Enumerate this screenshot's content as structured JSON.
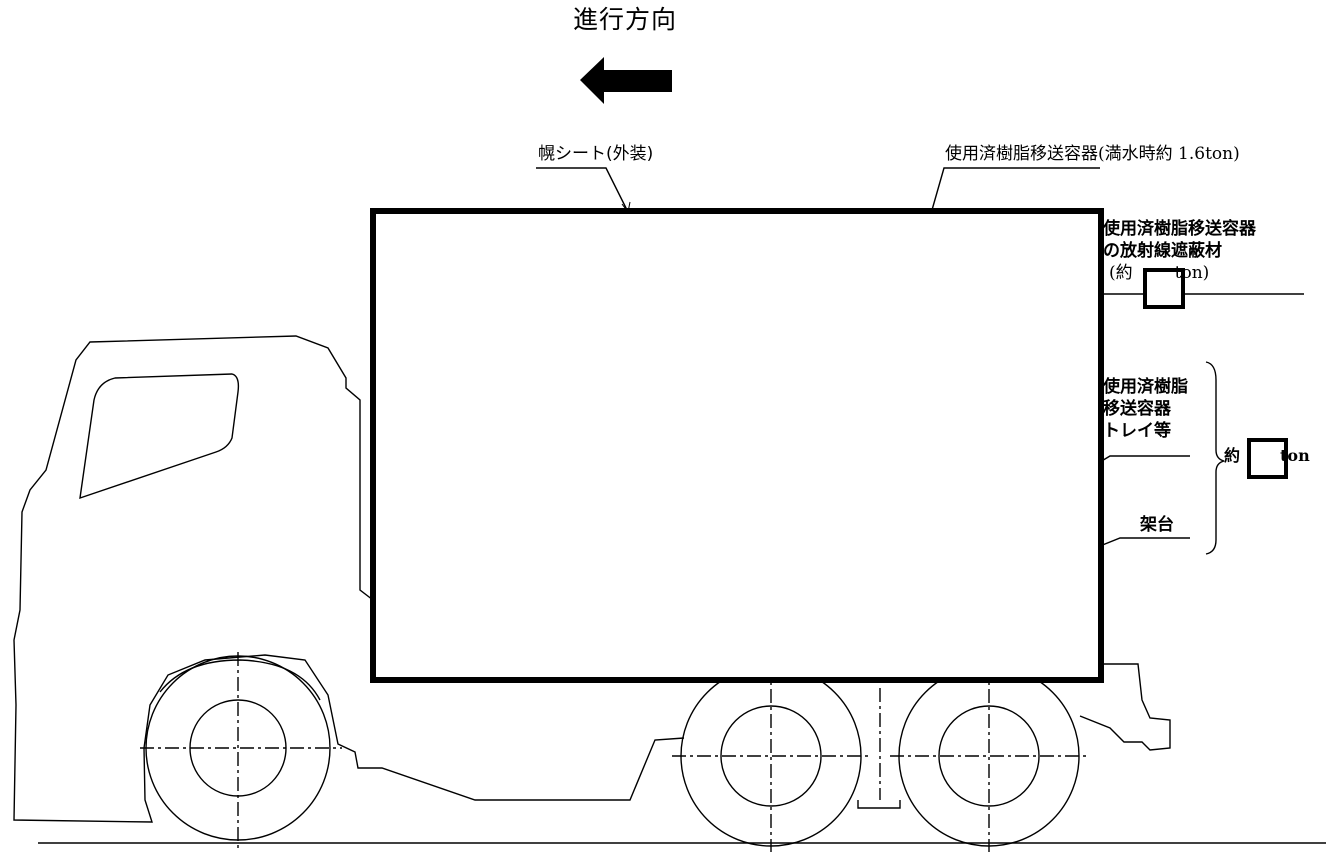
{
  "direction_label": "進行方向",
  "labels": {
    "canvas_sheet": "幌シート(外装)",
    "container_prefix": "使用済樹脂移送容器",
    "container_suffix": "(満水時約 1.6ton)",
    "shield_line1": "使用済樹脂移送容器",
    "shield_line2": "の放射線遮蔽材",
    "shield_weight_prefix": "(約",
    "shield_weight_suffix": "ton)",
    "tray_line1": "使用済樹脂",
    "tray_line2": "移送容器",
    "tray_line3": "トレイ等",
    "stand": "架台",
    "total_prefix": "約",
    "total_suffix": "ton"
  },
  "redactions": {
    "cargo_area": "masked",
    "shield_weight_value": "masked",
    "total_weight_value": "masked"
  }
}
